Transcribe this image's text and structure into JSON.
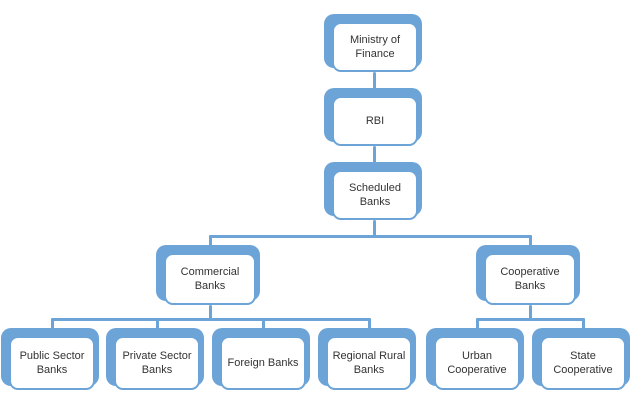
{
  "diagram": {
    "type": "org-chart",
    "subject": "Banking structure hierarchy",
    "accent_color": "#6CA4D8",
    "text_color": "#333333",
    "background_color": "#FFFFFF",
    "nodes": {
      "ministry_of_finance": {
        "label": "Ministry of Finance",
        "level": 1
      },
      "rbi": {
        "label": "RBI",
        "level": 2
      },
      "scheduled_banks": {
        "label": "Scheduled Banks",
        "level": 3
      },
      "commercial_banks": {
        "label": "Commercial Banks",
        "level": 4
      },
      "cooperative_banks": {
        "label": "Cooperative Banks",
        "level": 4
      },
      "public_sector_banks": {
        "label": "Public Sector Banks",
        "level": 5
      },
      "private_sector_banks": {
        "label": "Private Sector Banks",
        "level": 5
      },
      "foreign_banks": {
        "label": "Foreign Banks",
        "level": 5
      },
      "regional_rural_banks": {
        "label": "Regional Rural Banks",
        "level": 5
      },
      "urban_cooperative": {
        "label": "Urban Cooperative",
        "level": 5
      },
      "state_cooperative": {
        "label": "State Cooperative",
        "level": 5
      }
    },
    "edges": [
      {
        "from": "ministry_of_finance",
        "to": "rbi"
      },
      {
        "from": "rbi",
        "to": "scheduled_banks"
      },
      {
        "from": "scheduled_banks",
        "to": "commercial_banks"
      },
      {
        "from": "scheduled_banks",
        "to": "cooperative_banks"
      },
      {
        "from": "commercial_banks",
        "to": "public_sector_banks"
      },
      {
        "from": "commercial_banks",
        "to": "private_sector_banks"
      },
      {
        "from": "commercial_banks",
        "to": "foreign_banks"
      },
      {
        "from": "commercial_banks",
        "to": "regional_rural_banks"
      },
      {
        "from": "cooperative_banks",
        "to": "urban_cooperative"
      },
      {
        "from": "cooperative_banks",
        "to": "state_cooperative"
      }
    ]
  }
}
